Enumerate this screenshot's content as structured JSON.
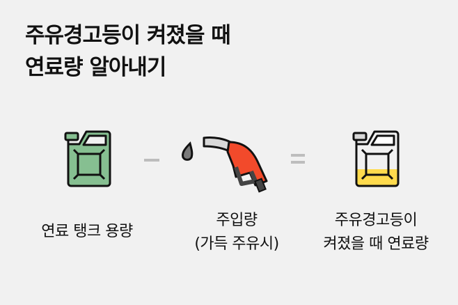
{
  "title": {
    "line1": "주유경고등이 켜졌을 때",
    "line2": "연료량 알아내기"
  },
  "equation": {
    "term1": {
      "icon": "jerrycan-full-icon",
      "label": "연료 탱크 용량"
    },
    "operator1": "minus",
    "term2": {
      "icon": "fuel-nozzle-icon",
      "label_line1": "주입량",
      "label_line2": "(가득 주유시)"
    },
    "operator2": "equals",
    "result": {
      "icon": "jerrycan-low-icon",
      "label_line1": "주유경고등이",
      "label_line2": "켜졌을 때 연료량"
    }
  },
  "colors": {
    "tank_green": "#86bf91",
    "nozzle_red": "#f24a2b",
    "fuel_yellow": "#ffdb4d",
    "operator_gray": "#bdbdbd",
    "background": "#f1f1f1"
  }
}
